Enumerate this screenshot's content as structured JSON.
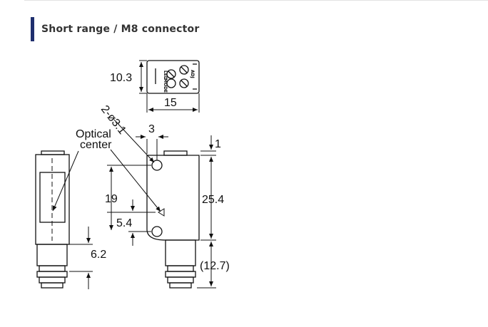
{
  "heading": {
    "title": "Short range / M8 connector",
    "bar_color": "#1f2f6e"
  },
  "drawing": {
    "dimensions": {
      "top_view_height": "10.3",
      "top_view_width": "15",
      "hole_spec": "2-ø3.1",
      "hole_offset": "3",
      "top_clearance": "1",
      "optical_center_height": "19",
      "lower_hole_height": "5.4",
      "body_height": "25.4",
      "connector_length": "(12.7)",
      "side_connector_length": "6.2"
    },
    "labels": {
      "optical_line1": "Optical",
      "optical_line2": "center"
    },
    "indicator_text": {
      "led": "LED",
      "mode": "MODE",
      "adj": "ADJ"
    },
    "line_color": "#111111"
  }
}
